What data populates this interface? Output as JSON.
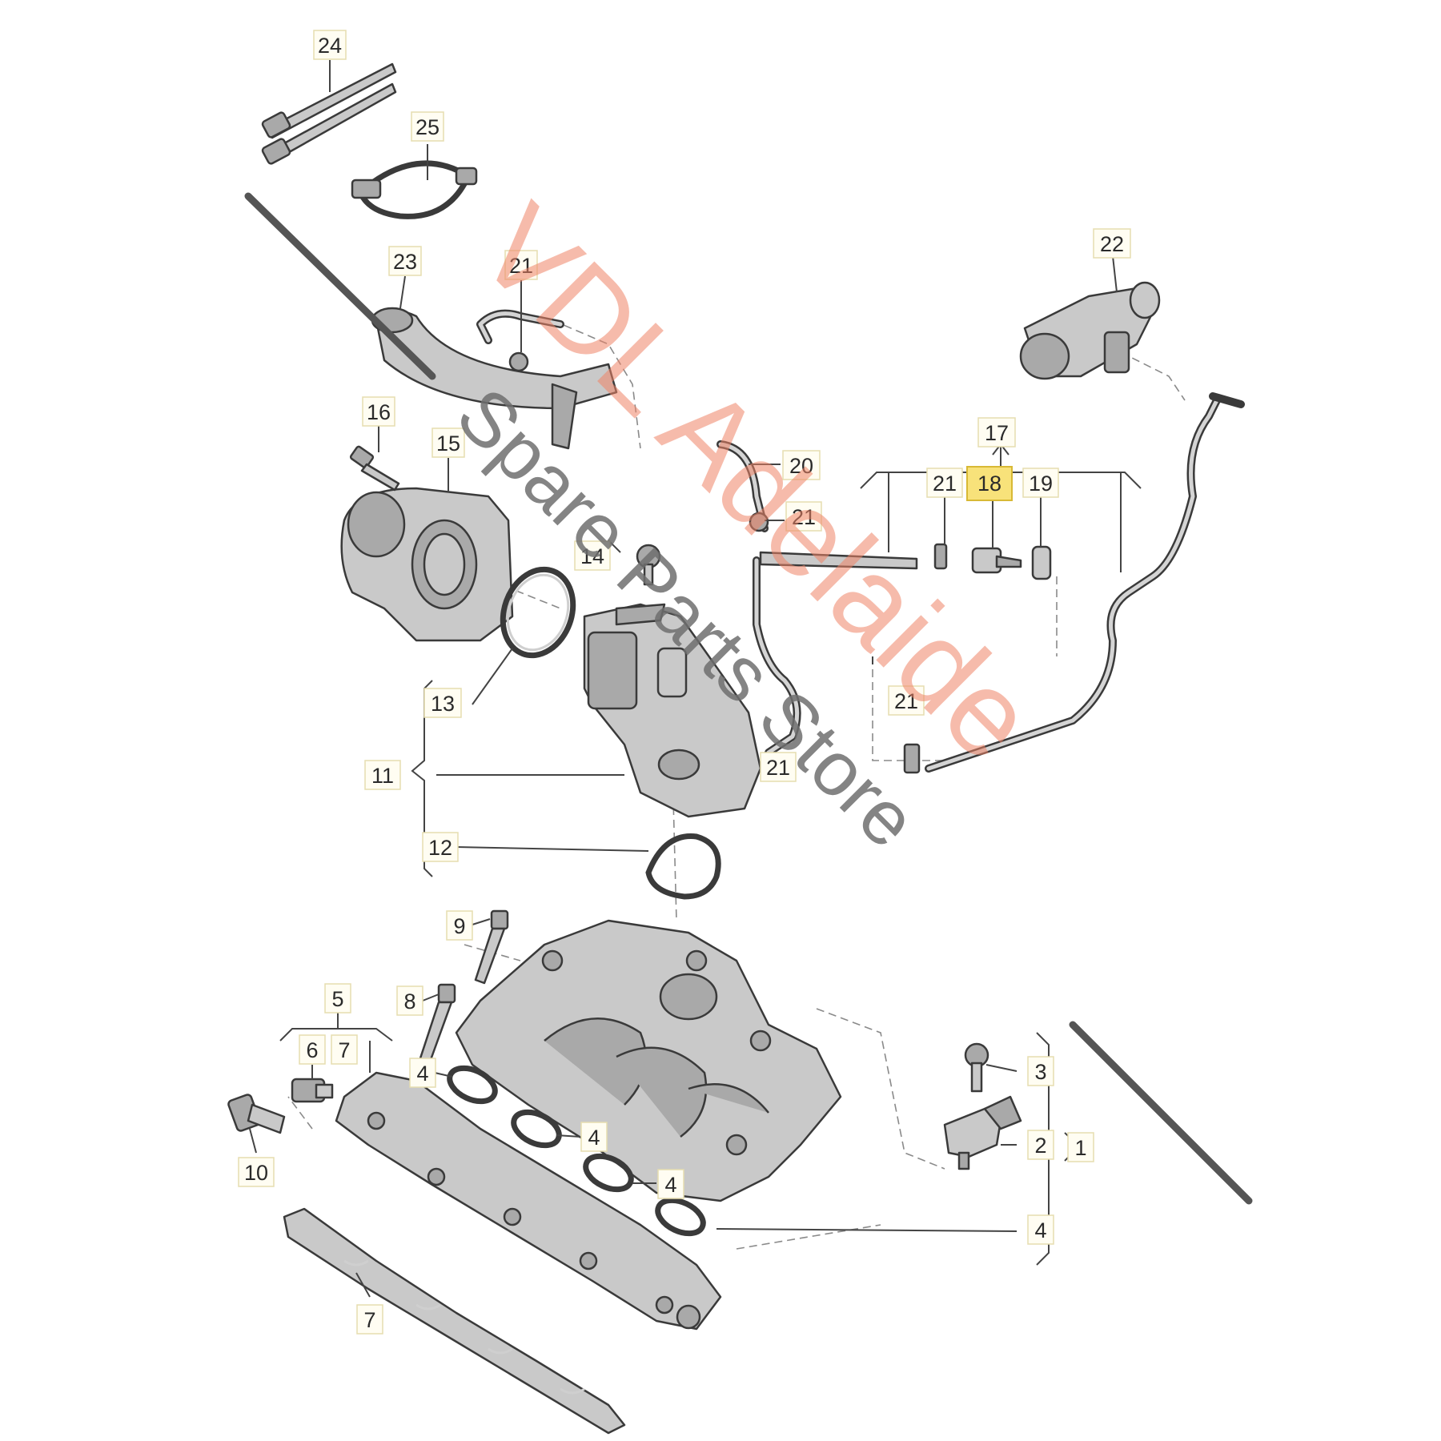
{
  "diagram": {
    "callouts": [
      {
        "id": "c24",
        "text": "24"
      },
      {
        "id": "c25",
        "text": "25"
      },
      {
        "id": "c23",
        "text": "23"
      },
      {
        "id": "c21a",
        "text": "21"
      },
      {
        "id": "c22",
        "text": "22"
      },
      {
        "id": "c16",
        "text": "16"
      },
      {
        "id": "c15",
        "text": "15"
      },
      {
        "id": "c20",
        "text": "20"
      },
      {
        "id": "c21b",
        "text": "21"
      },
      {
        "id": "c17",
        "text": "17"
      },
      {
        "id": "c21c",
        "text": "21"
      },
      {
        "id": "c18",
        "text": "18"
      },
      {
        "id": "c19",
        "text": "19"
      },
      {
        "id": "c14",
        "text": "14"
      },
      {
        "id": "c13",
        "text": "13"
      },
      {
        "id": "c21d",
        "text": "21"
      },
      {
        "id": "c21e",
        "text": "21"
      },
      {
        "id": "c11",
        "text": "11"
      },
      {
        "id": "c12",
        "text": "12"
      },
      {
        "id": "c9",
        "text": "9"
      },
      {
        "id": "c5",
        "text": "5"
      },
      {
        "id": "c8",
        "text": "8"
      },
      {
        "id": "c6",
        "text": "6"
      },
      {
        "id": "c7a",
        "text": "7"
      },
      {
        "id": "c4a",
        "text": "4"
      },
      {
        "id": "c3",
        "text": "3"
      },
      {
        "id": "c4b",
        "text": "4"
      },
      {
        "id": "c2",
        "text": "2"
      },
      {
        "id": "c1",
        "text": "1"
      },
      {
        "id": "c10",
        "text": "10"
      },
      {
        "id": "c4c",
        "text": "4"
      },
      {
        "id": "c4d",
        "text": "4"
      },
      {
        "id": "c7b",
        "text": "7"
      }
    ],
    "highlight_color": "#f8e27a"
  },
  "watermark": {
    "line1": "VDL Adelaide",
    "line2": "Spare Parts Store",
    "line1_color": "#ee8366",
    "line2_color": "#6e6e6e"
  }
}
